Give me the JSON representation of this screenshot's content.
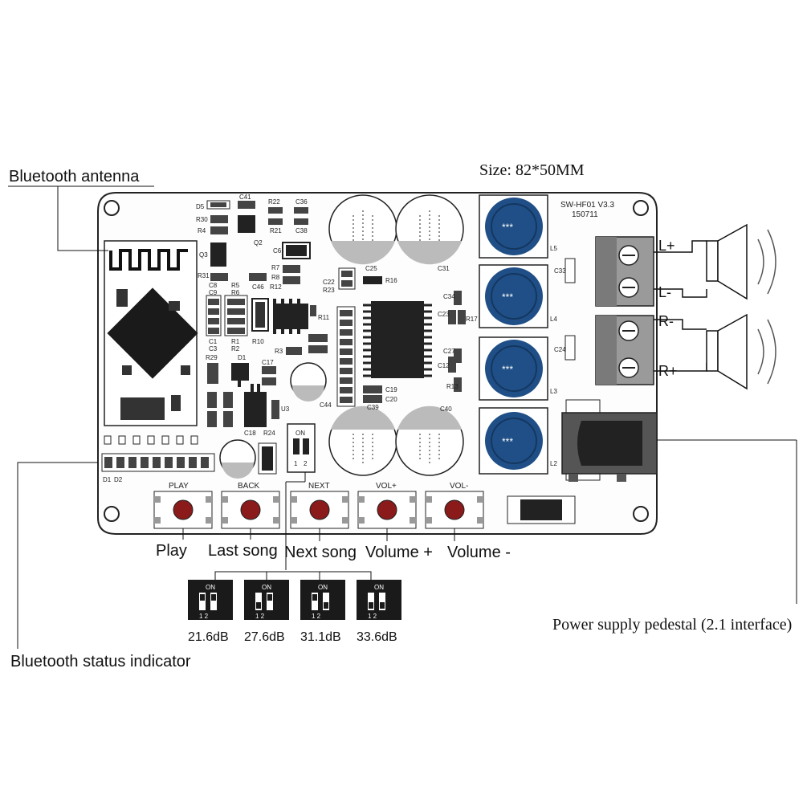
{
  "title": "Size: 82*50MM",
  "board": {
    "model": "SW-HF01 V3.3",
    "date": "150711"
  },
  "callouts": {
    "antenna": "Bluetooth antenna",
    "status": "Bluetooth status indicator",
    "power": "Power supply pedestal (2.1 interface)"
  },
  "buttons": [
    {
      "silk": "PLAY",
      "label": "Play"
    },
    {
      "silk": "BACK",
      "label": "Last song"
    },
    {
      "silk": "NEXT",
      "label": "Next song"
    },
    {
      "silk": "VOL+",
      "label": "Volume +"
    },
    {
      "silk": "VOL-",
      "label": "Volume -"
    }
  ],
  "gain_switches": [
    {
      "on": "ON",
      "pins": "1 2",
      "gain": "21.6dB"
    },
    {
      "on": "ON",
      "pins": "1 2",
      "gain": "27.6dB"
    },
    {
      "on": "ON",
      "pins": "1 2",
      "gain": "31.1dB"
    },
    {
      "on": "ON",
      "pins": "1 2",
      "gain": "33.6dB"
    }
  ],
  "terminals": {
    "l_plus": "L+",
    "l_minus": "L-",
    "r_minus": "R-",
    "r_plus": "R+"
  },
  "silkscreen": {
    "c41": "C41",
    "r22": "R22",
    "c36": "C36",
    "d5": "D5",
    "r30": "R30",
    "r4": "R4",
    "r21": "R21",
    "c38": "C38",
    "q2": "Q2",
    "q3": "Q3",
    "r31": "R31",
    "c8": "C8",
    "r5": "R5",
    "c9": "C9",
    "r6": "R6",
    "c46": "C46",
    "r12": "R12",
    "c6": "C6",
    "r7": "R7",
    "r8": "R8",
    "c25": "C25",
    "c31": "C31",
    "c22": "C22",
    "r23": "R23",
    "r16": "R16",
    "r11": "R11",
    "r3": "R3",
    "r10": "R10",
    "r29": "R29",
    "d1": "D1",
    "c17": "C17",
    "c1": "C1",
    "c3": "C3",
    "r1": "R1",
    "r2": "R2",
    "c44": "C44",
    "c19": "C19",
    "c20": "C20",
    "c39": "C39",
    "c40": "C40",
    "u3": "U3",
    "c18": "C18",
    "r24": "R24",
    "l5": "L5",
    "l4": "L4",
    "l3": "L3",
    "l2": "L2",
    "c33": "C33",
    "c34": "C34",
    "c23": "C23",
    "r17": "R17",
    "c27": "C27",
    "c12": "C12",
    "r13": "R13",
    "c24": "C24",
    "d1b": "D1",
    "d2": "D2",
    "on": "ON",
    "one": "1",
    "two": "2"
  },
  "inductor_marks": "***",
  "colors": {
    "board_outline": "#222222",
    "inductor_blue": "#1f4f86",
    "button_red": "#8b1a1a",
    "line": "#111111"
  }
}
